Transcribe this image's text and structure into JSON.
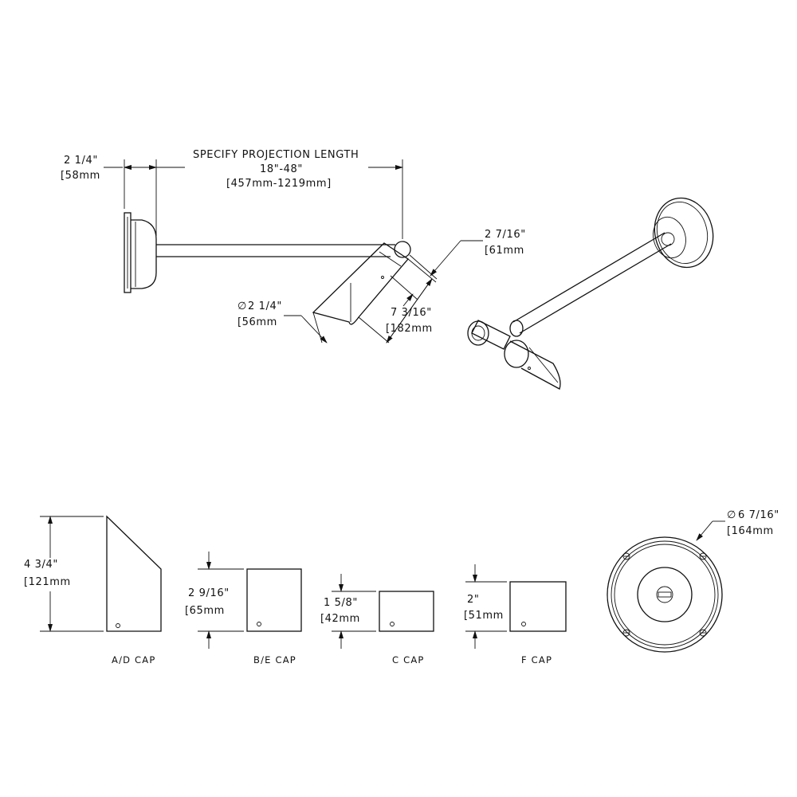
{
  "side_view": {
    "wall_depth": {
      "imperial": "2 1/4\"",
      "metric": "[58mm"
    },
    "projection": {
      "title": "SPECIFY PROJECTION LENGTH",
      "range": "18\"-48\"",
      "metric": "[457mm-1219mm]"
    },
    "cap_offset": {
      "imperial": "2 7/16\"",
      "metric": "[61mm"
    },
    "cap_length": {
      "imperial": "7 3/16\"",
      "metric": "[182mm"
    },
    "cap_diameter": {
      "imperial": "2 1/4\"",
      "metric": "[56mm"
    },
    "diameter_symbol": "∅"
  },
  "caps": [
    {
      "name": "A/D CAP",
      "imperial": "4 3/4\"",
      "metric": "[121mm"
    },
    {
      "name": "B/E CAP",
      "imperial": "2 9/16\"",
      "metric": "[65mm"
    },
    {
      "name": "C CAP",
      "imperial": "1 5/8\"",
      "metric": "[42mm"
    },
    {
      "name": "F CAP",
      "imperial": "2\"",
      "metric": "[51mm"
    }
  ],
  "canopy": {
    "imperial": "6 7/16\"",
    "metric": "[164mm"
  }
}
